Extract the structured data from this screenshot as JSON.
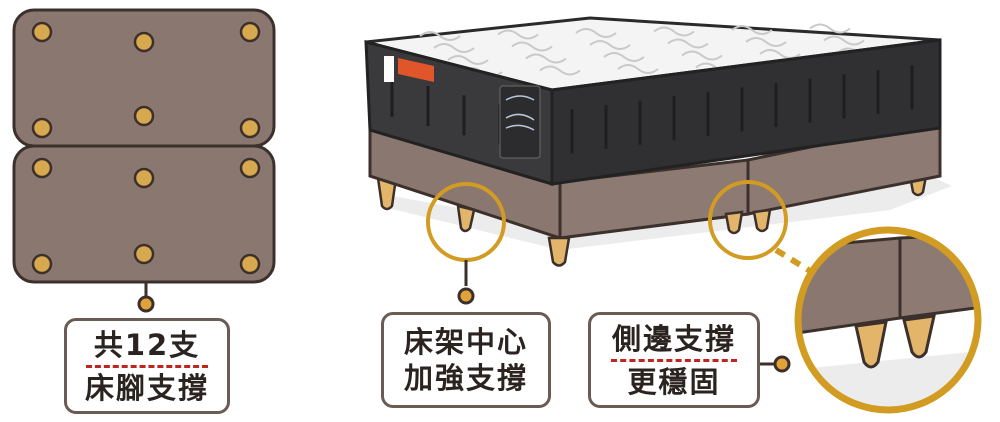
{
  "colors": {
    "base": "#8a7770",
    "base_outline": "#3b302c",
    "leg_dot": "#d8a84e",
    "leg_wood": "#e2b56a",
    "ring": "#d29b22",
    "mattress_side": "#3a3a3c",
    "mattress_top": "#f4f4f4",
    "label_tag": "#e0562a",
    "dash_red": "#c0241f"
  },
  "callouts": {
    "left": {
      "line1": "共12支",
      "line2": "床腳支撐"
    },
    "middle": {
      "line1": "床架中心",
      "line2": "加強支撐"
    },
    "right": {
      "line1": "側邊支撐",
      "line2": "更穩固"
    }
  }
}
